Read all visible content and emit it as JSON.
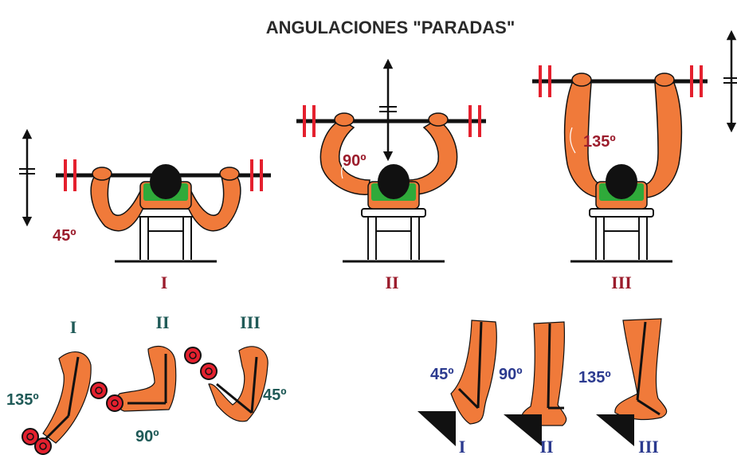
{
  "title": "ANGULACIONES \"PARADAS\"",
  "press": [
    {
      "roman": "I",
      "angle": "45º"
    },
    {
      "roman": "II",
      "angle": "90º"
    },
    {
      "roman": "III",
      "angle": "135º"
    }
  ],
  "arms": [
    {
      "roman": "I",
      "angle": "135º"
    },
    {
      "roman": "II",
      "angle": "90º"
    },
    {
      "roman": "III",
      "angle": "45º"
    }
  ],
  "feet": [
    {
      "roman": "I",
      "angle": "45º"
    },
    {
      "roman": "II",
      "angle": "90º"
    },
    {
      "roman": "III",
      "angle": "135º"
    }
  ],
  "colors": {
    "skin": "#f07a3a",
    "barbell_plates": "#e4202e",
    "shirt": "#2faa3a",
    "press_labels": "#9b1c2c",
    "arm_labels": "#1f5a57",
    "foot_labels": "#2b3a8f"
  }
}
